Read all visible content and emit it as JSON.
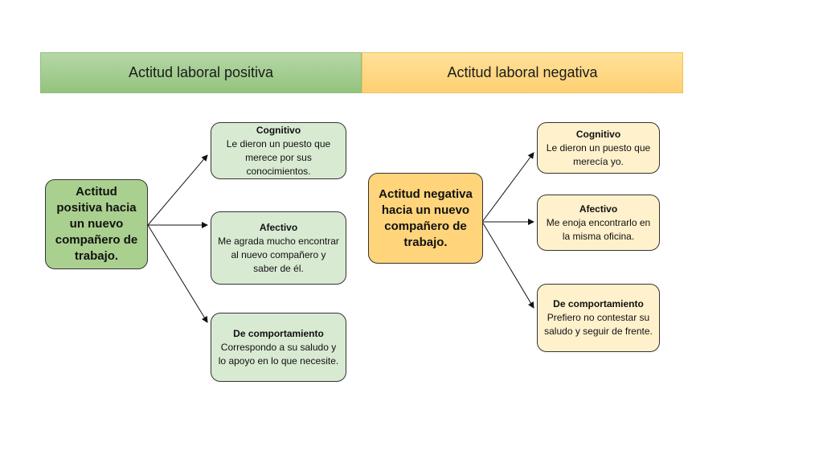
{
  "banners": {
    "positive": "Actitud laboral positiva",
    "negative": "Actitud laboral negativa"
  },
  "positive": {
    "main": "Actitud positiva hacia un nuevo compañero de trabajo.",
    "cognitive": {
      "title": "Cognitivo",
      "text": "Le dieron un puesto que merece por sus conocimientos."
    },
    "affective": {
      "title": "Afectivo",
      "text": "Me agrada mucho encontrar  al nuevo compañero y saber de él."
    },
    "behavioral": {
      "title": "De comportamiento",
      "text": "Correspondo a su saludo y lo apoyo en lo que necesite."
    }
  },
  "negative": {
    "main": "Actitud negativa hacia un nuevo compañero de trabajo.",
    "cognitive": {
      "title": "Cognitivo",
      "text": "Le dieron un puesto que merecía yo."
    },
    "affective": {
      "title": "Afectivo",
      "text": "Me enoja encontrarlo en la misma oficina."
    },
    "behavioral": {
      "title": "De comportamiento",
      "text": "Prefiero no contestar su saludo y seguir de frente."
    }
  }
}
